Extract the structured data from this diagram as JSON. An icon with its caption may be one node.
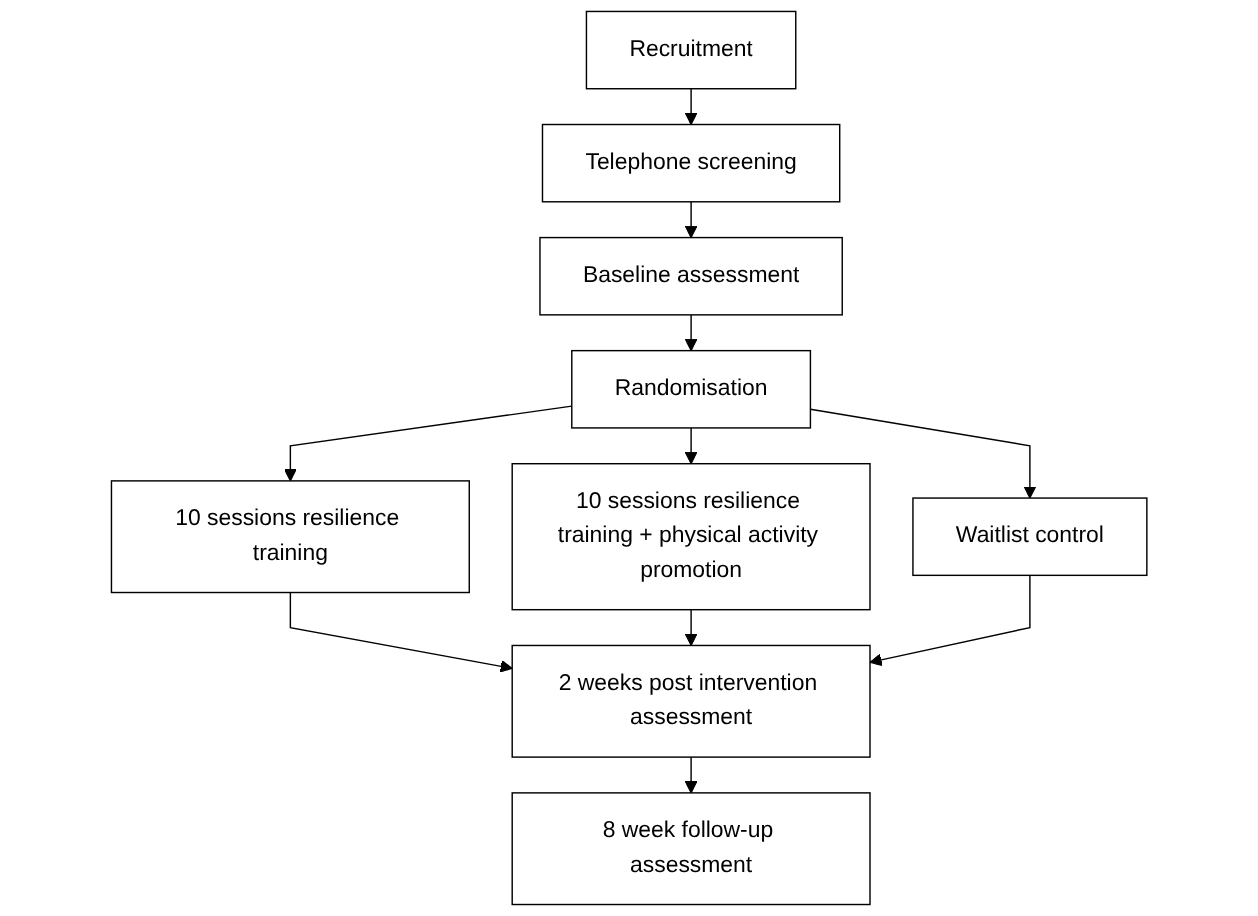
{
  "diagram": {
    "nodes": [
      {
        "text": [
          "Recruitment"
        ]
      },
      {
        "text": [
          "Telephone screening"
        ]
      },
      {
        "text": [
          "Baseline assessment"
        ]
      },
      {
        "text": [
          "Randomisation"
        ]
      },
      {
        "text": [
          "10 sessions resilience training"
        ]
      },
      {
        "text": [
          "10 sessions resilience training + physical activity promotion"
        ]
      },
      {
        "text": [
          "Waitlist control"
        ]
      },
      {
        "text": [
          "2 weeks post intervention assessment"
        ]
      },
      {
        "text": [
          "8 week follow-up assessment"
        ]
      }
    ],
    "edges": [
      {
        "from": 0,
        "to": 1,
        "arrow": "to"
      },
      {
        "from": 1,
        "to": 2,
        "arrow": "to"
      },
      {
        "from": 2,
        "to": 3,
        "arrow": "to"
      },
      {
        "from": 3,
        "to": 4,
        "arrow": "to"
      },
      {
        "from": 3,
        "to": 5,
        "arrow": "to"
      },
      {
        "from": 3,
        "to": 6,
        "arrow": "to"
      },
      {
        "from": 4,
        "to": 7,
        "arrow": "to"
      },
      {
        "from": 5,
        "to": 7,
        "arrow": "to"
      },
      {
        "from": 6,
        "to": 7,
        "arrow": "to"
      },
      {
        "from": 7,
        "to": 8,
        "arrow": "to"
      }
    ]
  }
}
